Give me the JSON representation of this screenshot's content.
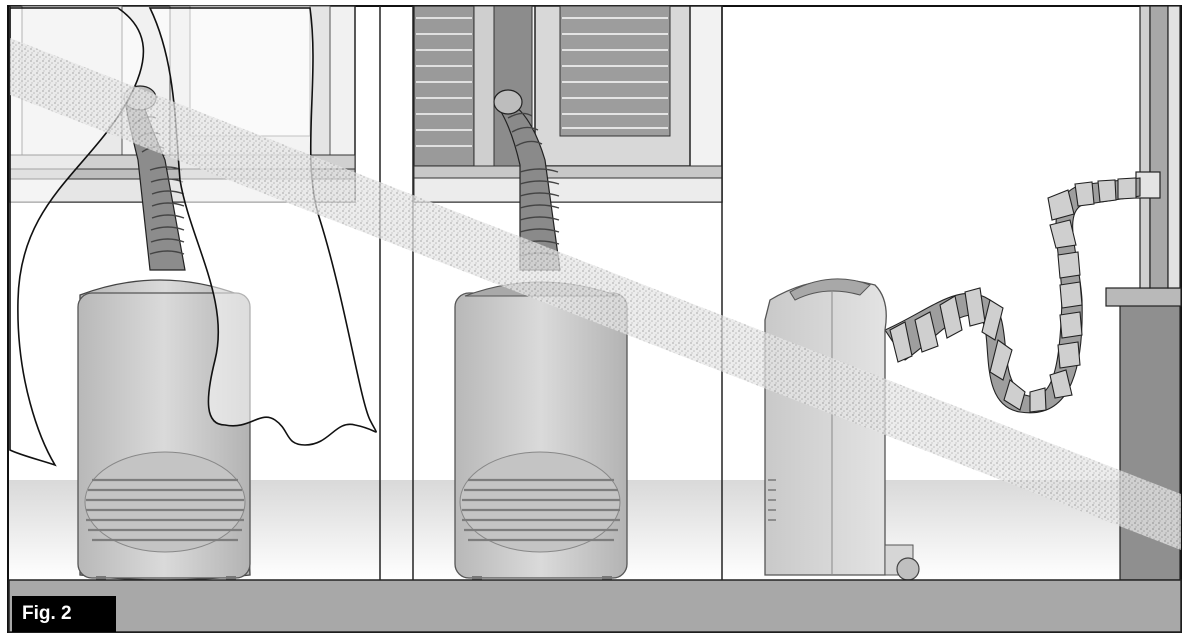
{
  "figure": {
    "label": "Fig. 2"
  },
  "panels": [
    {
      "name": "window-with-curtain",
      "units": [
        "portable-air-conditioner",
        "exhaust-hose"
      ]
    },
    {
      "name": "window-with-shutters",
      "units": [
        "portable-air-conditioner",
        "exhaust-hose"
      ]
    },
    {
      "name": "wall-exhaust",
      "units": [
        "portable-air-conditioner",
        "extended-exhaust-hose"
      ]
    }
  ],
  "colors": {
    "outline": "#111111",
    "unit_body": "#c8c8c8",
    "unit_dark": "#9a9a9a",
    "floor": "#a8a8a8",
    "wall": "#8f8f8f",
    "diagonal_band": "#cfcfcf",
    "label_bg": "#000000",
    "label_text": "#ffffff"
  }
}
